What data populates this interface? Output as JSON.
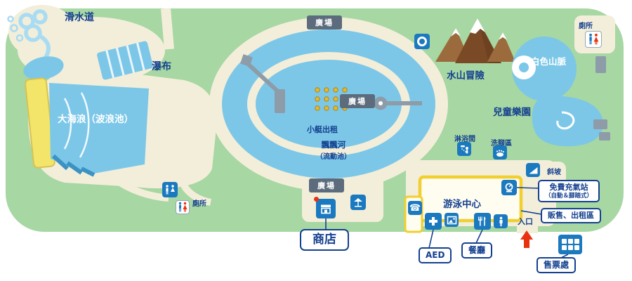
{
  "map": {
    "areas": {
      "water_slide": "滑水道",
      "waterfall": "瀑布",
      "wave_pool": "大海浪（波浪池）",
      "boat_rental": "小艇出租",
      "lazy_river_name": "飄飄河",
      "lazy_river_sub": "（流動池）",
      "water_mountain": "水山冒險",
      "white_mountain": "白色山脈",
      "kids_park": "兒童樂園",
      "shower_room": "淋浴間",
      "foot_wash": "洗腳區",
      "swim_center": "游泳中心",
      "slope": "斜坡",
      "toilet": "廁所"
    },
    "plaza_badges": {
      "top": "廣場",
      "center": "廣場",
      "bottom": "廣場"
    },
    "callouts": {
      "shop": "商店",
      "aed": "AED",
      "restaurant": "餐廳",
      "entrance": "入口",
      "ticket_office": "售票處",
      "sales_rental": "販售、出租區",
      "air_station": "免費充氣站",
      "air_station_sub": "（自動＆腳踏式）"
    },
    "icons": [
      "toilet-icon",
      "restroom-icon",
      "shower-icon",
      "foot-wash-icon",
      "phone-icon",
      "aed-icon",
      "changing-room-icon",
      "restaurant-icon",
      "staff-icon",
      "air-pump-icon",
      "slope-icon",
      "shop-icon",
      "kiosk-icon",
      "ticket-window-icon",
      "entrance-arrow-icon",
      "water-tube-icon"
    ]
  },
  "colors": {
    "park_green": "#a7d7a2",
    "path_cream": "#f3eeda",
    "water_blue": "#7cc7e8",
    "icon_blue": "#1b79bf",
    "navy": "#14408f",
    "badge_slate": "#5c6c7d",
    "accent_yellow": "#f2e569",
    "building_yellow": "#f0cf2e",
    "alert_red": "#e8320f",
    "mountain_brown": "#9c6b3d",
    "mountain_dark": "#7a4a26",
    "structure_grey": "#8d9ca8"
  }
}
